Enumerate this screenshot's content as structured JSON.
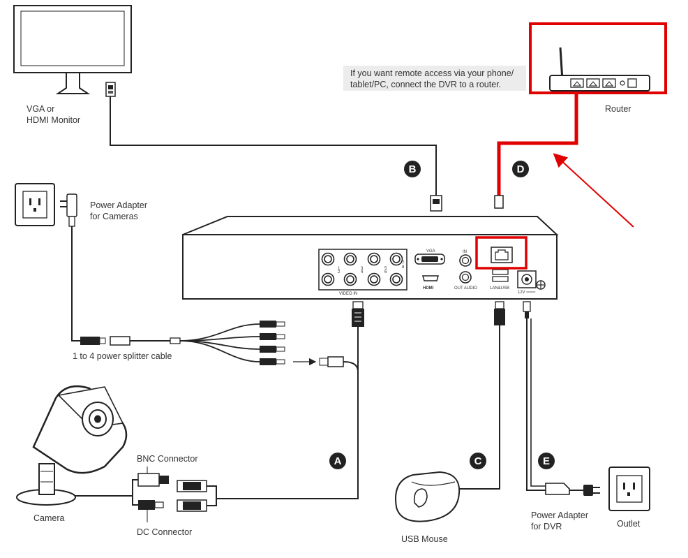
{
  "labels": {
    "monitor": [
      "VGA or",
      "HDMI Monitor"
    ],
    "router": "Router",
    "power_adapter_cameras": [
      "Power Adapter",
      "for Cameras"
    ],
    "splitter": "1 to 4 power splitter cable",
    "bnc_connector": "BNC Connector",
    "dc_connector": "DC Connector",
    "camera": "Camera",
    "usb_mouse": "USB Mouse",
    "power_adapter_dvr": [
      "Power Adapter",
      "for DVR"
    ],
    "outlet": "Outlet"
  },
  "note": [
    "If you want remote access via your phone/",
    "tablet/PC, connect the DVR to a router."
  ],
  "dvr_panel": {
    "video_in": "VIDEO IN",
    "vga": "VGA",
    "hdmi": "HDMI",
    "in": "IN",
    "out_audio": "OUT AUDIO",
    "lan_usb": "LAN&USB",
    "power": "12V ═══",
    "channel_numbers": [
      "1",
      "2",
      "3",
      "4",
      "5",
      "6",
      "7",
      "8"
    ]
  },
  "badges": [
    "A",
    "B",
    "C",
    "D",
    "E"
  ],
  "colors": {
    "highlight": "#e00000",
    "line": "#222222",
    "note_bg": "#ececec"
  }
}
